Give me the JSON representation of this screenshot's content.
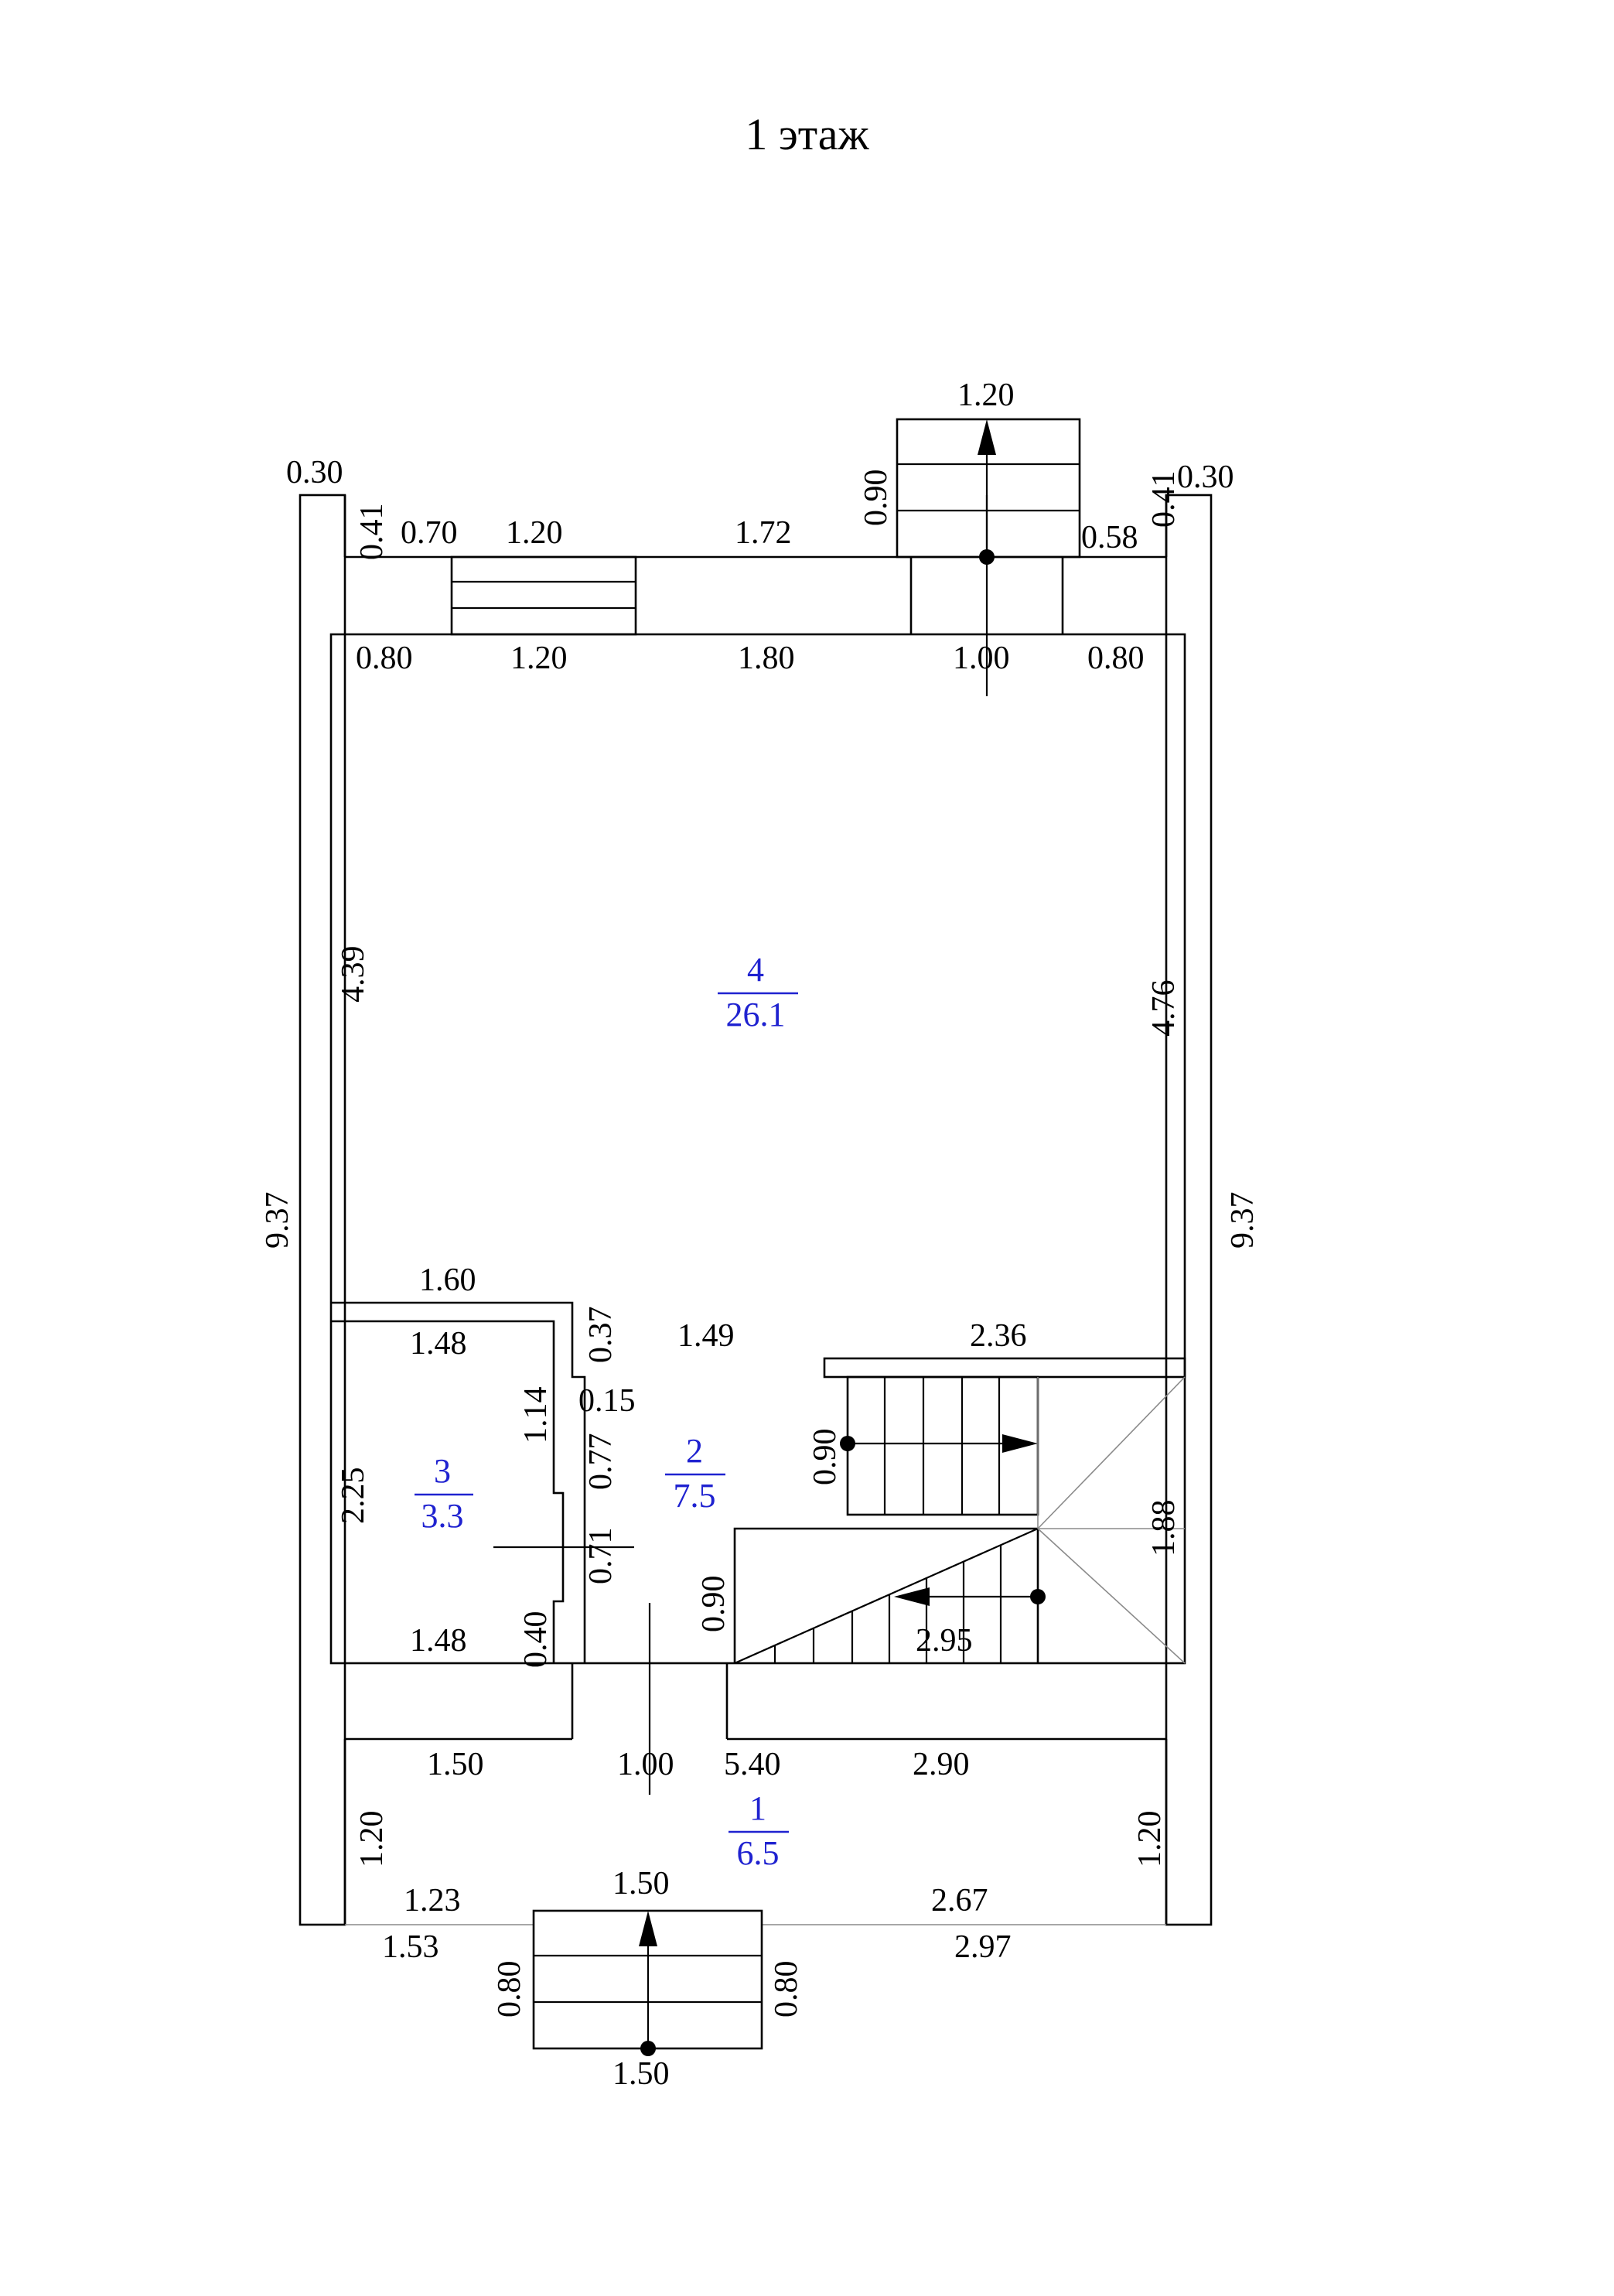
{
  "title": "1 этаж",
  "rooms": [
    {
      "number": "1",
      "area": "6.5"
    },
    {
      "number": "2",
      "area": "7.5"
    },
    {
      "number": "3",
      "area": "3.3"
    },
    {
      "number": "4",
      "area": "26.1"
    }
  ],
  "dimensions": {
    "top_left_wall": "0.30",
    "top_right_wall": "0.30",
    "top_left_41": "0.41",
    "top_right_41": "0.41",
    "top_070": "0.70",
    "top_120_window": "1.20",
    "top_172": "1.72",
    "top_058": "0.58",
    "porch_top_width": "1.20",
    "porch_top_depth": "0.90",
    "inner_top_080_left": "0.80",
    "inner_top_120": "1.20",
    "inner_top_180": "1.80",
    "inner_top_100": "1.00",
    "inner_top_080_right": "0.80",
    "left_439": "4.39",
    "right_476": "4.76",
    "left_937": "9.37",
    "right_937": "9.37",
    "closet_160": "1.60",
    "closet_148_top": "1.48",
    "closet_037": "0.37",
    "hall_149": "1.49",
    "closet_114": "1.14",
    "closet_015": "0.15",
    "closet_077": "0.77",
    "closet_225": "2.25",
    "closet_071": "0.71",
    "closet_040": "0.40",
    "closet_148_bottom": "1.48",
    "hall_090": "0.90",
    "stair_236": "2.36",
    "stair_090": "0.90",
    "stair_188": "1.88",
    "stair_295": "2.95",
    "bottom_150": "1.50",
    "bottom_100": "1.00",
    "bottom_540": "5.40",
    "bottom_290": "2.90",
    "bottom_left_120": "1.20",
    "bottom_right_120": "1.20",
    "bottom_123": "1.23",
    "bottom_267": "2.67",
    "bottom_153": "1.53",
    "bottom_297": "2.97",
    "porch_bottom_width_top": "1.50",
    "porch_bottom_width_bottom": "1.50",
    "porch_bottom_depth_left": "0.80",
    "porch_bottom_depth_right": "0.80"
  },
  "colors": {
    "lines": "#000000",
    "room_labels": "#1f22d0",
    "stair_guides": "#8a8a8a"
  }
}
